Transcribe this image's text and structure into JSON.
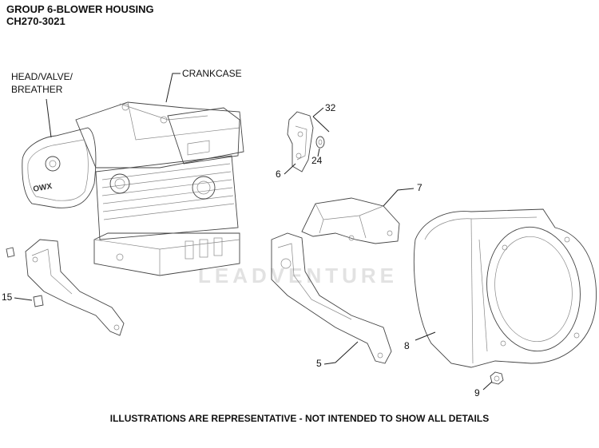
{
  "header": {
    "group_title": "GROUP 6-BLOWER HOUSING",
    "model_code": "CH270-3021"
  },
  "labels": {
    "head_valve_breather": [
      "HEAD/VALVE/",
      "BREATHER"
    ],
    "crankcase": "CRANKCASE"
  },
  "callouts": {
    "c32": "32",
    "c24": "24",
    "c6": "6",
    "c7": "7",
    "c15": "15",
    "c5": "5",
    "c8": "8",
    "c9": "9"
  },
  "engine_logo_text": "OWX",
  "watermark": "LEADVENTURE",
  "footer_note": "ILLUSTRATIONS ARE REPRESENTATIVE - NOT INTENDED TO SHOW ALL DETAILS"
}
